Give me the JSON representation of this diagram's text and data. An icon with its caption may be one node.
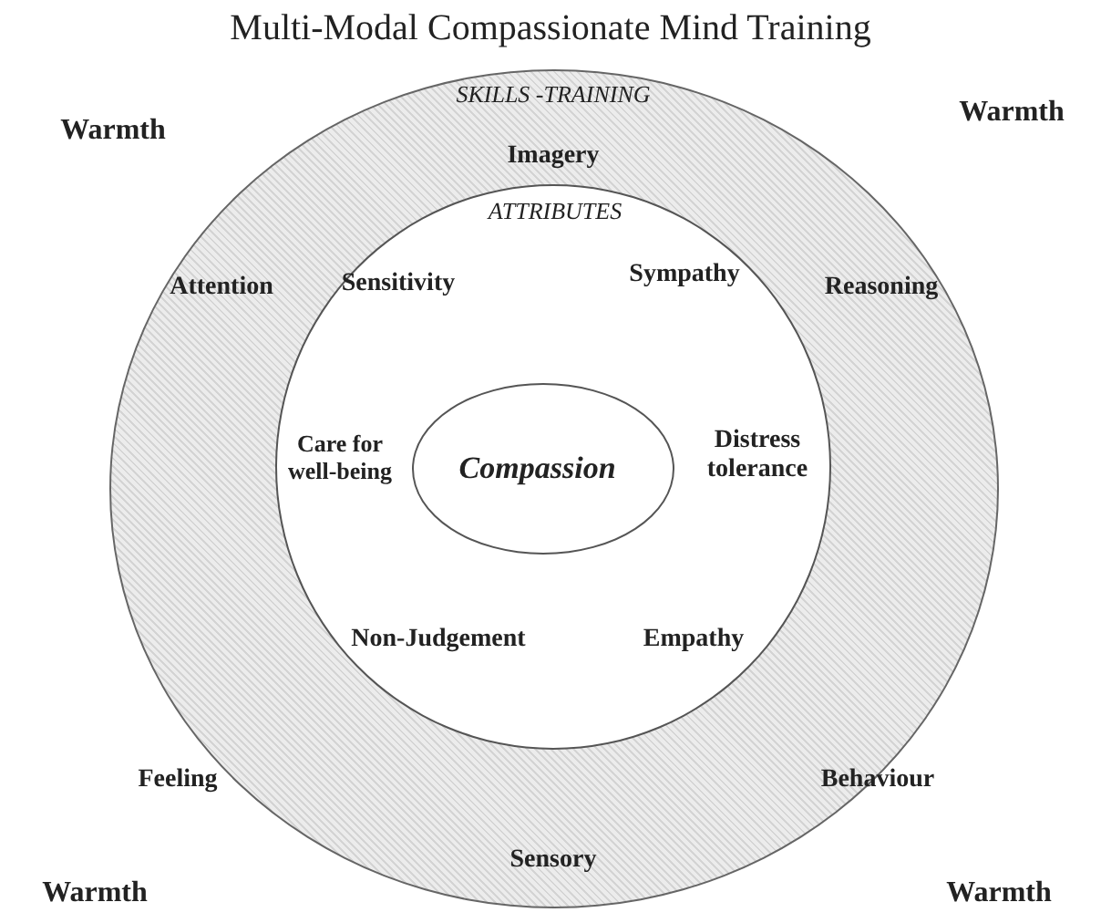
{
  "diagram": {
    "title": "Multi-Modal Compassionate Mind Training",
    "nodes": [
      {
        "text": [
          "SKILLS -TRAINING",
          "Imagery",
          "Attention",
          "Reasoning",
          "Feeling",
          "Behaviour",
          "Sensory"
        ]
      },
      {
        "text": [
          "ATTRIBUTES",
          "Sensitivity",
          "Sympathy",
          "Care for well-being",
          "Distress tolerance",
          "Non-Judgement",
          "Empathy"
        ],
        "in": 0
      },
      {
        "text": [
          "Compassion"
        ],
        "in": 1
      }
    ],
    "labels": [
      "Warmth",
      "Warmth",
      "Warmth",
      "Warmth"
    ]
  }
}
